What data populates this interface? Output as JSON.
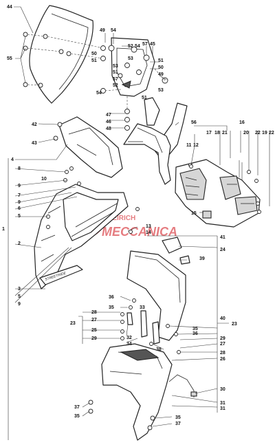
{
  "watermark": {
    "line1": "FREIRICH",
    "line2": "MECCANICA"
  },
  "decal": {
    "text": "STREETRIDE"
  },
  "callouts": [
    "44",
    "49",
    "54",
    "52",
    "53",
    "54",
    "57",
    "45",
    "55",
    "50",
    "51",
    "53",
    "51",
    "57",
    "52",
    "51",
    "50",
    "49",
    "53",
    "54",
    "51",
    "47",
    "46",
    "48",
    "56",
    "42",
    "43",
    "16",
    "17",
    "18",
    "21",
    "20",
    "22",
    "19",
    "22",
    "11",
    "12",
    "4",
    "8",
    "10",
    "9",
    "7",
    "9",
    "6",
    "5",
    "1",
    "2",
    "3",
    "5",
    "9",
    "15",
    "13",
    "14",
    "41",
    "24",
    "39",
    "36",
    "35",
    "23",
    "28",
    "27",
    "25",
    "29",
    "33",
    "32",
    "34",
    "38",
    "40",
    "35",
    "36",
    "29",
    "27",
    "28",
    "26",
    "23",
    "30",
    "31",
    "31",
    "37",
    "35",
    "35",
    "37"
  ]
}
